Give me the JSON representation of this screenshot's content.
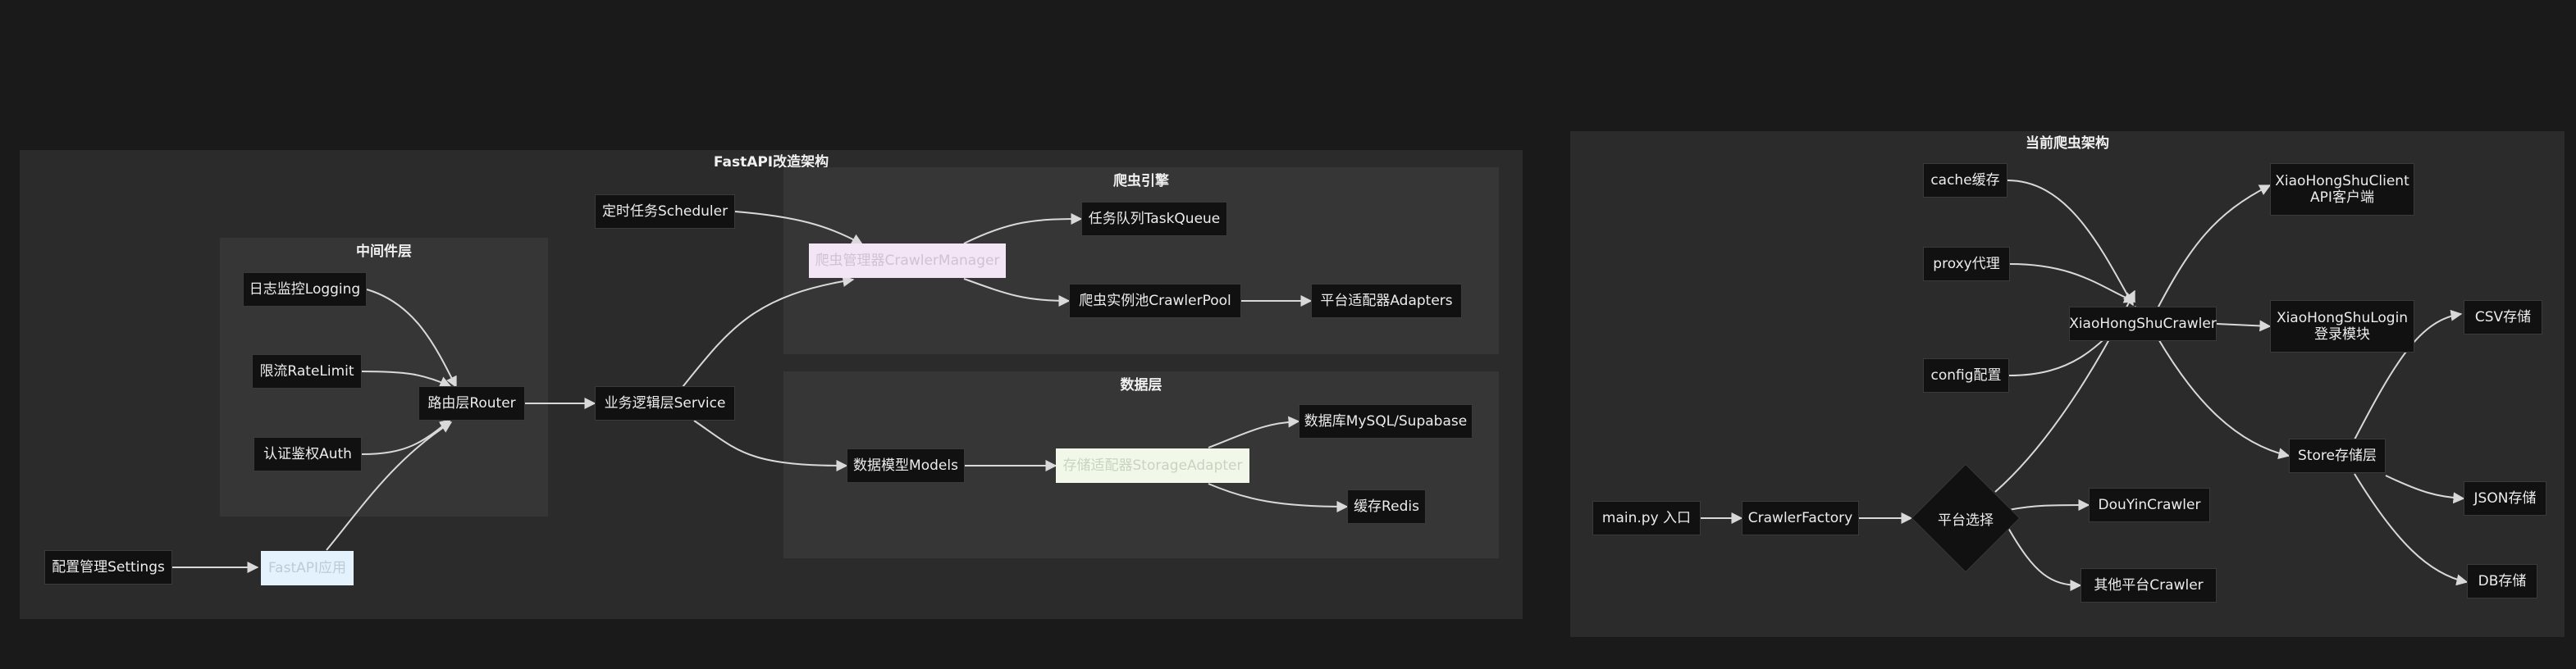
{
  "clusters": {
    "fastapi": "FastAPI改造架构",
    "crawler_engine": "爬虫引擎",
    "middleware": "中间件层",
    "data_layer": "数据层",
    "current": "当前爬虫架构"
  },
  "nodes": {
    "scheduler": "定时任务Scheduler",
    "crawler_manager": "爬虫管理器CrawlerManager",
    "task_queue": "任务队列TaskQueue",
    "crawler_pool": "爬虫实例池CrawlerPool",
    "adapters": "平台适配器Adapters",
    "logging": "日志监控Logging",
    "rate_limit": "限流RateLimit",
    "auth": "认证鉴权Auth",
    "router": "路由层Router",
    "service": "业务逻辑层Service",
    "models": "数据模型Models",
    "storage_adapter": "存储适配器StorageAdapter",
    "mysql": "数据库MySQL/Supabase",
    "redis": "缓存Redis",
    "settings": "配置管理Settings",
    "fastapi_app": "FastAPI应用",
    "cache": "cache缓存",
    "proxy": "proxy代理",
    "config": "config配置",
    "xhs_crawler": "XiaoHongShuCrawler",
    "xhs_client_l1": "XiaoHongShuClient",
    "xhs_client_l2": "API客户端",
    "xhs_login_l1": "XiaoHongShuLogin",
    "xhs_login_l2": "登录模块",
    "csv": "CSV存储",
    "json": "JSON存储",
    "db": "DB存储",
    "store": "Store存储层",
    "main": "main.py 入口",
    "factory": "CrawlerFactory",
    "platform_select": "平台选择",
    "douyin": "DouYinCrawler",
    "other": "其他平台Crawler"
  },
  "colors": {
    "background": "#1a1a1a",
    "cluster_outer": "#2b2b2b",
    "cluster_inner": "#363636",
    "node_fill": "#111111",
    "crawler_manager_fill": "#f3e5f5",
    "fastapi_app_fill": "#e3f2fd",
    "storage_adapter_fill": "#f1f8e9",
    "edge": "#d9d9d9"
  }
}
